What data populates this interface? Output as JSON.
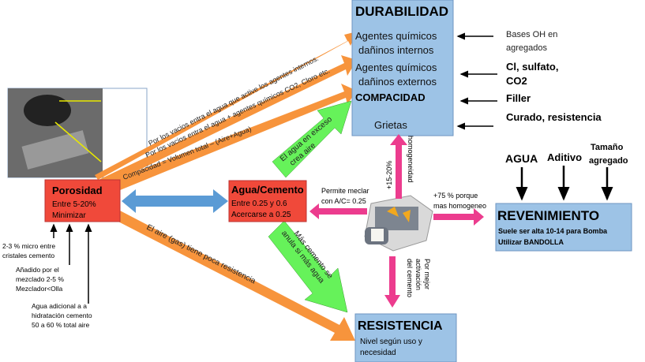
{
  "durabilidad": {
    "title": "DURABILIDAD",
    "lines": [
      "Agentes químicos",
      "dañinos  internos",
      "Agentes químicos",
      "dañinos  externos"
    ],
    "compacidad": "COMPACIDAD",
    "grietas": "Grietas"
  },
  "right_causes": {
    "bases": [
      "Bases OH en",
      "agregados"
    ],
    "cloro": [
      "Cl, sulfato,",
      "CO2"
    ],
    "filler": "Filler",
    "curado": "Curado, resistencia"
  },
  "orange_arrows": {
    "a1": "Por los vacios entra el agua que active los agentes internos.",
    "a2": "Por los vacios entra el agua + agentes químicos CO2, Cloro etc.",
    "a3": "Compacidad = Volumen total – (Aire+Agua)",
    "a4": "El aire (gas) tiene poca resistencia"
  },
  "green_arrows": {
    "g1": [
      "El agua en exceso",
      "crea aire"
    ],
    "g2": [
      "Más cemento se",
      "anula si más agua"
    ]
  },
  "porosidad": {
    "title": "Porosidad",
    "line1": "Entre 5-20%",
    "line2": "Minimizar"
  },
  "porosidad_notes": {
    "n1": [
      "2-3 % micro entre",
      "cristales cemento"
    ],
    "n2": [
      "Añadido por el",
      "mezclado 2-5 %",
      "Mezclador<Olla"
    ],
    "n3": [
      "Agua adicional a a",
      "hidratación cemento",
      "50 a 60 % total aire"
    ]
  },
  "agua_cemento": {
    "title": "Agua/Cemento",
    "line1": "Entre 0.25 y 0.6",
    "line2": "Acercarse a 0.25"
  },
  "mixer_labels": {
    "left": [
      "Permite meclar",
      "con A/C= 0.25"
    ],
    "up": [
      "+15-20%",
      "homogeneidad"
    ],
    "right": [
      "+75 % porque",
      "mas homogeneo"
    ],
    "down": [
      "Por mejor",
      "activación",
      "del cemento"
    ]
  },
  "revenimiento": {
    "title": "REVENIMIENTO",
    "line1": "Suele ser alta 10-14 para Bomba",
    "line2": "Utilizar BANDOLLA",
    "inputs": {
      "agua": "AGUA",
      "aditivo": "Aditivo",
      "tamano": [
        "Tamaño",
        "agregado"
      ]
    }
  },
  "resistencia": {
    "title": "RESISTENCIA",
    "line1": "Nivel según uso y",
    "line2": "necesidad"
  },
  "colors": {
    "blue_box": "#9DC3E6",
    "red_box": "#F0493A",
    "orange": "#F7943C",
    "green": "#66F25A",
    "pink": "#EC3C8E",
    "double_arrow": "#5B9BD5"
  }
}
